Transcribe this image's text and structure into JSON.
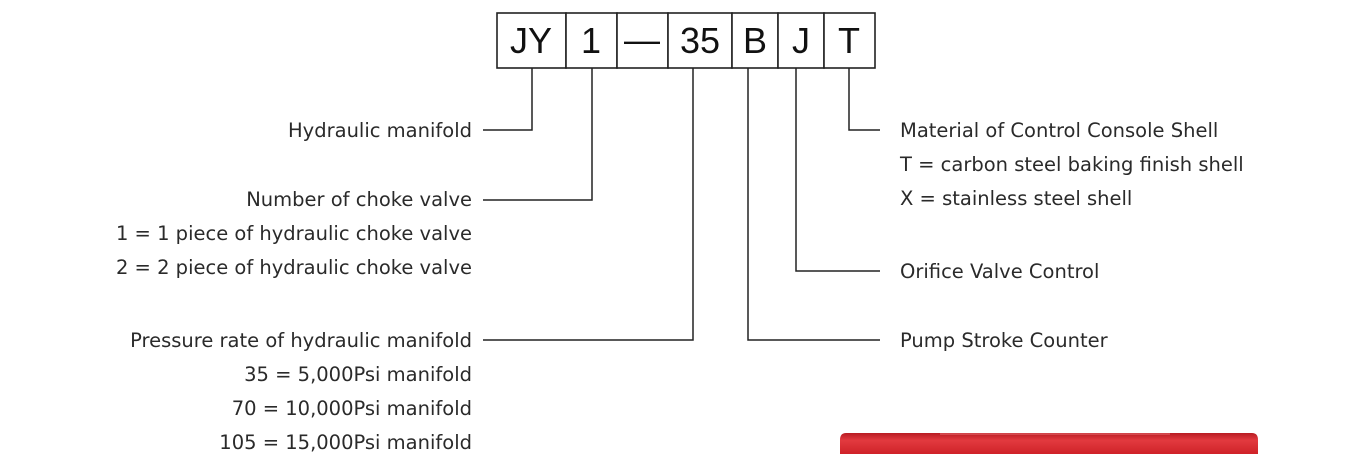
{
  "code_segments": [
    "JY",
    "1",
    "—",
    "35",
    "B",
    "J",
    "T"
  ],
  "left_labels": {
    "hydraulic_manifold": {
      "title": "Hydraulic manifold"
    },
    "choke_valve": {
      "title": "Number of choke valve",
      "options": [
        "1 = 1 piece of hydraulic choke valve",
        "2 = 2 piece of hydraulic choke valve"
      ]
    },
    "pressure_rate": {
      "title": "Pressure rate of hydraulic manifold",
      "options": [
        "35 = 5,000Psi manifold",
        "70 = 10,000Psi manifold",
        "105 = 15,000Psi manifold"
      ]
    }
  },
  "right_labels": {
    "shell_material": {
      "title": "Material of Control Console Shell",
      "options": [
        "T = carbon steel baking finish shell",
        "X = stainless steel shell"
      ]
    },
    "orifice_valve": {
      "title": "Orifice Valve Control"
    },
    "pump_counter": {
      "title": "Pump Stroke Counter"
    }
  },
  "colors": {
    "line": "#222222",
    "text": "#2a2a2a",
    "red_panel": "#d8262c"
  }
}
